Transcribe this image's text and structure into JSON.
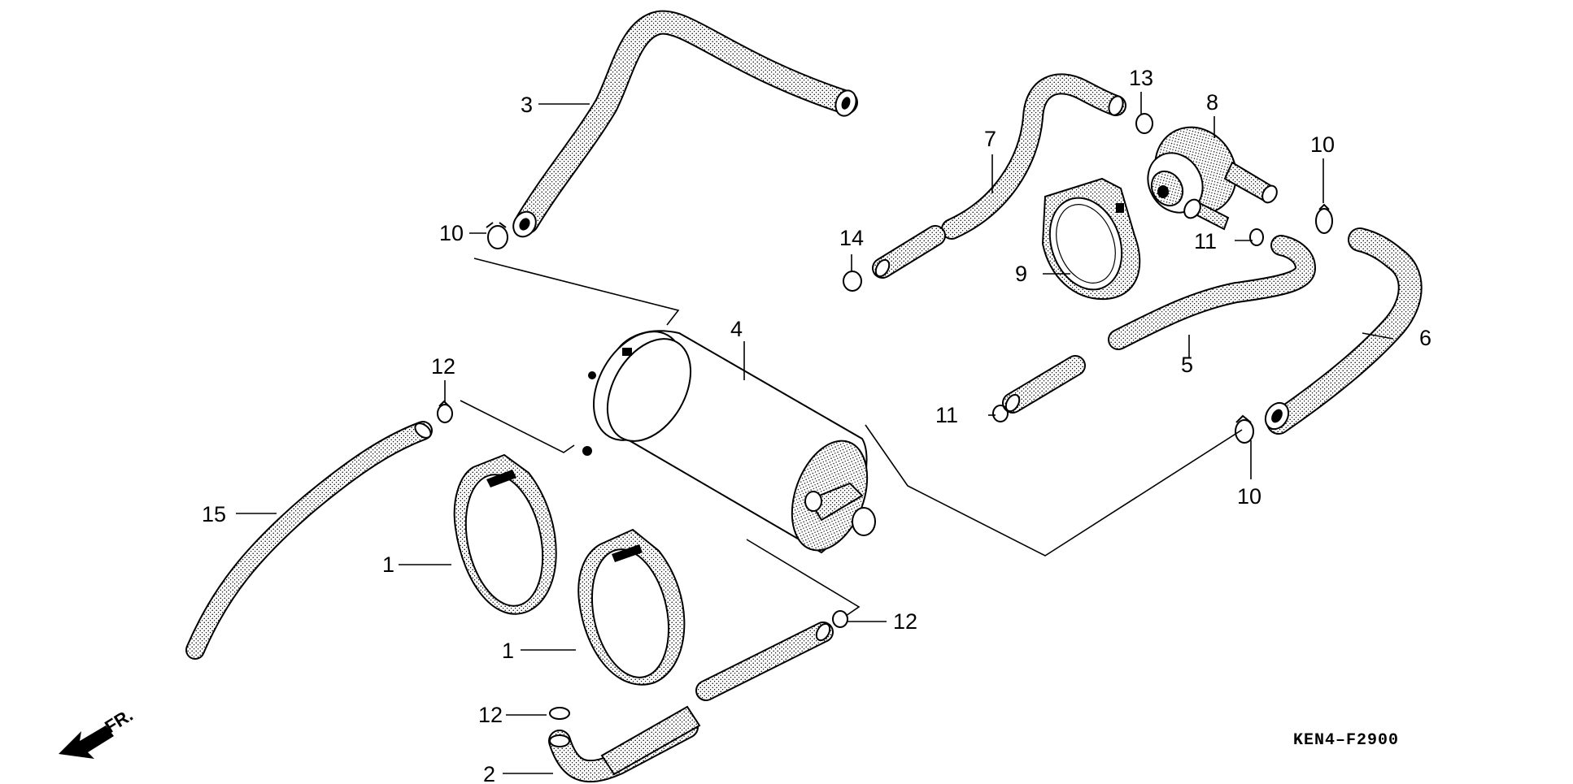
{
  "drawing_code": "KEN4–F2900",
  "front_marker": "FR.",
  "callouts": {
    "c1a": "1",
    "c1b": "1",
    "c2": "2",
    "c3": "3",
    "c4": "4",
    "c5": "5",
    "c6": "6",
    "c7": "7",
    "c8": "8",
    "c9": "9",
    "c10a": "10",
    "c10b": "10",
    "c10c": "10",
    "c11a": "11",
    "c11b": "11",
    "c12a": "12",
    "c12b": "12",
    "c12c": "12",
    "c13": "13",
    "c14": "14",
    "c15": "15"
  }
}
